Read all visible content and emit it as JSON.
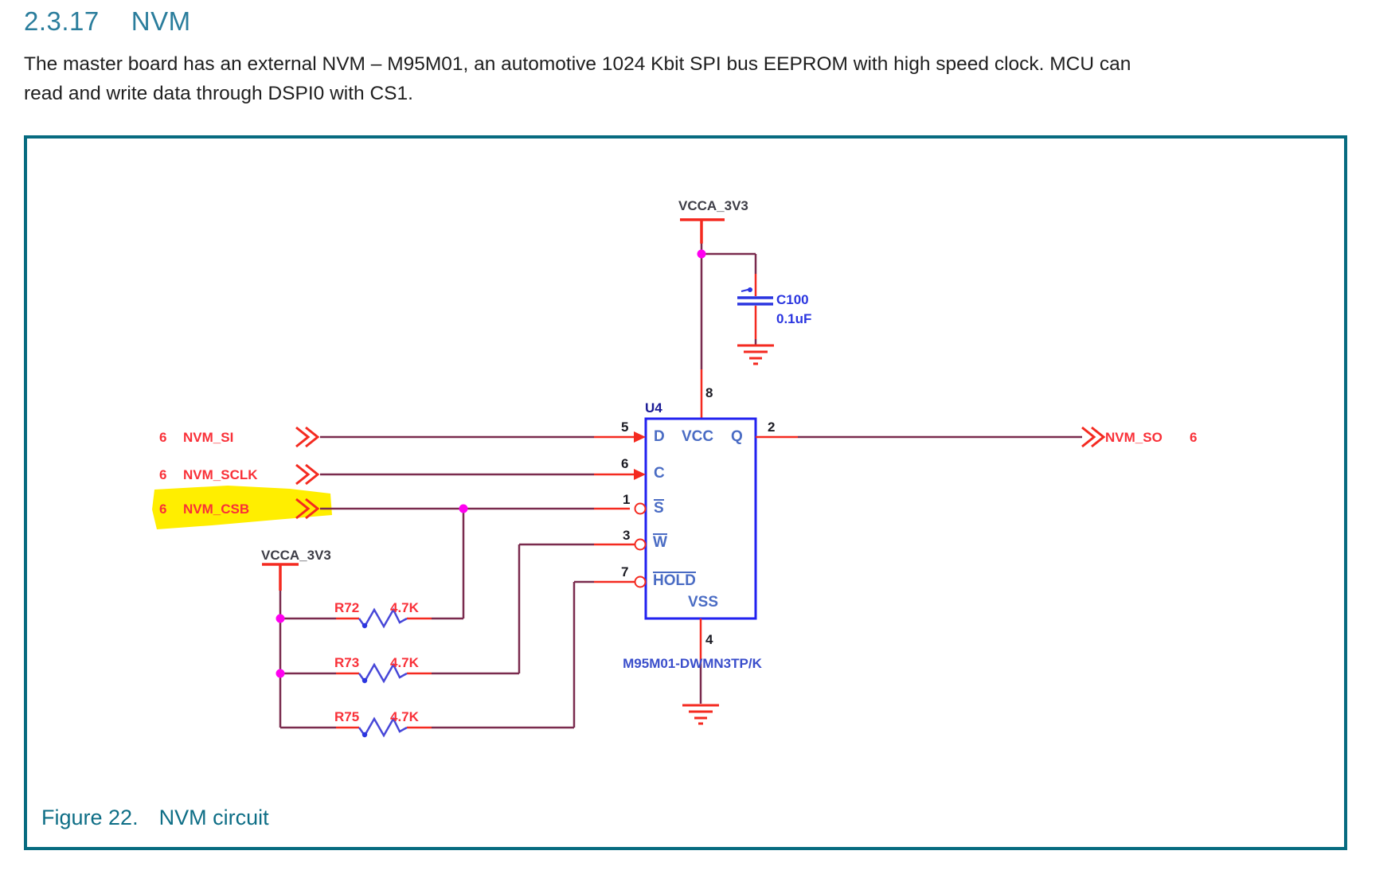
{
  "heading": {
    "number": "2.3.17",
    "title": "NVM"
  },
  "paragraph": {
    "line1": "The master board has an external NVM – M95M01, an automotive 1024 Kbit SPI bus EEPROM with high speed clock. MCU can",
    "line2": "read and write data through DSPI0 with CS1."
  },
  "figure": {
    "caption_label": "Figure 22.",
    "caption_text": "NVM circuit"
  },
  "schematic": {
    "power_nets": {
      "top": "VCCA_3V3",
      "left": "VCCA_3V3"
    },
    "capacitor": {
      "ref": "C100",
      "value": "0.1uF"
    },
    "ic": {
      "ref": "U4",
      "part": "M95M01-DWMN3TP/K",
      "pin_labels": {
        "d": "D",
        "vcc": "VCC",
        "q": "Q",
        "c": "C",
        "s": "S",
        "w": "W",
        "hold": "HOLD",
        "vss": "VSS"
      },
      "pin_numbers": {
        "d": "5",
        "c": "6",
        "s": "1",
        "w": "3",
        "hold": "7",
        "vcc": "8",
        "q": "2",
        "vss": "4"
      }
    },
    "left_signals": [
      {
        "sheet": "6",
        "name": "NVM_SI"
      },
      {
        "sheet": "6",
        "name": "NVM_SCLK"
      },
      {
        "sheet": "6",
        "name": "NVM_CSB",
        "highlighted": "yellow"
      }
    ],
    "right_signal": {
      "name": "NVM_SO",
      "sheet": "6"
    },
    "resistors": [
      {
        "ref": "R72",
        "value": "4.7K"
      },
      {
        "ref": "R73",
        "value": "4.7K"
      },
      {
        "ref": "R75",
        "value": "4.7K"
      }
    ],
    "colors": {
      "heading_teal": "#2a7d9c",
      "frame_teal": "#076b80",
      "wire_maroon": "#7a2b4e",
      "wire_red": "#f42a20",
      "component_blue": "#4747d8",
      "ic_border_blue": "#2222f0",
      "junction_magenta": "#ff00f0",
      "highlight_yellow": "#ffee00"
    }
  }
}
